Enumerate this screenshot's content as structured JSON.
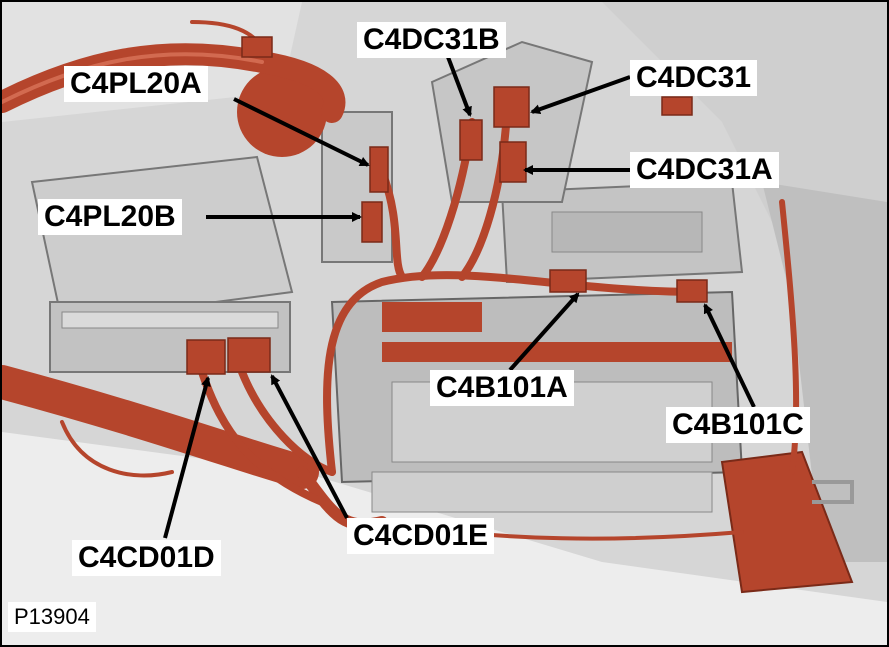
{
  "figure_id": "P13904",
  "connectors": [
    {
      "key": "c4dc31b",
      "label": "C4DC31B"
    },
    {
      "key": "c4dc31",
      "label": "C4DC31"
    },
    {
      "key": "c4pl20a",
      "label": "C4PL20A"
    },
    {
      "key": "c4dc31a",
      "label": "C4DC31A"
    },
    {
      "key": "c4pl20b",
      "label": "C4PL20B"
    },
    {
      "key": "c4b101a",
      "label": "C4B101A"
    },
    {
      "key": "c4b101c",
      "label": "C4B101C"
    },
    {
      "key": "c4cd01e",
      "label": "C4CD01E"
    },
    {
      "key": "c4cd01d",
      "label": "C4CD01D"
    }
  ],
  "colors": {
    "harness": "#b5452c",
    "harness_highlight": "#d9735a",
    "panel": "#c8c8c8",
    "panel_dark": "#8f8f8f",
    "label_bg": "#ffffff",
    "arrow": "#000000"
  }
}
